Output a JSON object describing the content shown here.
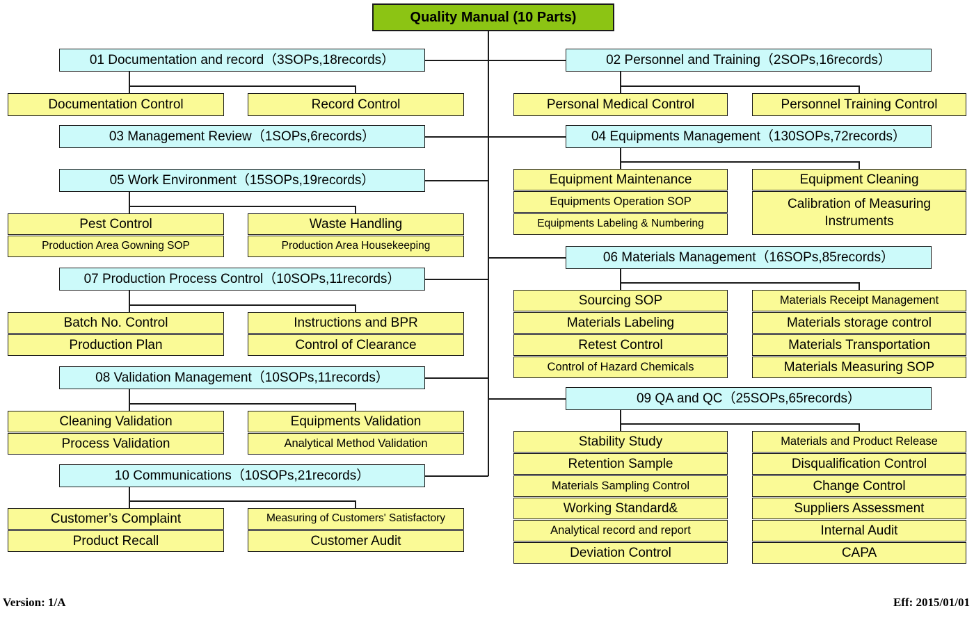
{
  "document": {
    "title": "Quality Manual (10 Parts)",
    "version_label": "Version: 1/A",
    "effective_label": "Eff:  2015/01/01"
  },
  "colors": {
    "root_fill": "#8CC414",
    "chapter_fill": "#CCFAFA",
    "leaf_fill": "#FAFA96",
    "stroke": "#1a1a1a"
  },
  "chapters": [
    {
      "id": "01",
      "title": "01 Documentation and record（3SOPs,18records）",
      "side": "left",
      "children_left": [
        "Documentation Control"
      ],
      "children_right": [
        "Record Control"
      ]
    },
    {
      "id": "02",
      "title": "02 Personnel and Training（2SOPs,16records）",
      "side": "right",
      "children_left": [
        "Personal Medical Control"
      ],
      "children_right": [
        "Personnel Training Control"
      ]
    },
    {
      "id": "03",
      "title": "03 Management Review（1SOPs,6records）",
      "side": "left",
      "children_left": [],
      "children_right": []
    },
    {
      "id": "04",
      "title": "04 Equipments Management（130SOPs,72records）",
      "side": "right",
      "children_left": [
        "Equipment Maintenance",
        "Equipments Operation SOP",
        "Equipments Labeling & Numbering"
      ],
      "children_right": [
        "Equipment Cleaning",
        "Calibration of Measuring Instruments"
      ]
    },
    {
      "id": "05",
      "title": "05 Work Environment（15SOPs,19records）",
      "side": "left",
      "children_left": [
        "Pest Control",
        "Production Area Gowning SOP"
      ],
      "children_right": [
        "Waste Handling",
        "Production Area Housekeeping"
      ]
    },
    {
      "id": "06",
      "title": "06 Materials Management（16SOPs,85records）",
      "side": "right",
      "children_left": [
        "Sourcing SOP",
        "Materials Labeling",
        "Retest Control",
        "Control of Hazard Chemicals"
      ],
      "children_right": [
        "Materials Receipt Management",
        "Materials storage control",
        "Materials Transportation",
        "Materials Measuring SOP"
      ]
    },
    {
      "id": "07",
      "title": "07 Production Process Control（10SOPs,11records）",
      "side": "left",
      "children_left": [
        "Batch No. Control",
        "Production Plan"
      ],
      "children_right": [
        "Instructions and BPR",
        "Control of Clearance"
      ]
    },
    {
      "id": "08",
      "title": "08 Validation Management（10SOPs,11records）",
      "side": "left",
      "children_left": [
        "Cleaning Validation",
        "Process Validation"
      ],
      "children_right": [
        "Equipments Validation",
        "Analytical Method Validation"
      ]
    },
    {
      "id": "09",
      "title": "09 QA and QC（25SOPs,65records）",
      "side": "right",
      "children_left": [
        "Stability Study",
        "Retention Sample",
        "Materials Sampling Control",
        "Working Standard&",
        "Analytical record and report",
        "Deviation Control"
      ],
      "children_right": [
        "Materials and Product Release",
        "Disqualification Control",
        "Change Control",
        "Suppliers Assessment",
        "Internal Audit",
        "CAPA"
      ]
    },
    {
      "id": "10",
      "title": "10 Communications（10SOPs,21records）",
      "side": "left",
      "children_left": [
        "Customer’s Complaint",
        "Product Recall"
      ],
      "children_right": [
        "Measuring of Customers' Satisfactory",
        "Customer Audit"
      ]
    }
  ],
  "nodes": {
    "root": "Quality Manual (10 Parts)",
    "ch01": "01 Documentation and record（3SOPs,18records）",
    "ch02": "02 Personnel and Training（2SOPs,16records）",
    "ch03": "03 Management Review（1SOPs,6records）",
    "ch04": "04 Equipments Management（130SOPs,72records）",
    "ch05": "05 Work Environment（15SOPs,19records）",
    "ch06": "06 Materials Management（16SOPs,85records）",
    "ch07": "07 Production Process Control（10SOPs,11records）",
    "ch08": "08 Validation Management（10SOPs,11records）",
    "ch09": "09 QA and QC（25SOPs,65records）",
    "ch10": "10 Communications（10SOPs,21records）",
    "n_documentation_control": "Documentation Control",
    "n_record_control": "Record Control",
    "n_personal_medical_control": "Personal Medical Control",
    "n_personnel_training_control": "Personnel Training Control",
    "n_equipment_maintenance": "Equipment Maintenance",
    "n_equipments_operation_sop": "Equipments Operation SOP",
    "n_equipments_labeling_numbering": "Equipments Labeling & Numbering",
    "n_equipment_cleaning": "Equipment Cleaning",
    "n_calibration_measuring_instruments": "Calibration of Measuring Instruments",
    "n_pest_control": "Pest Control",
    "n_production_area_gowning_sop": "Production Area Gowning SOP",
    "n_waste_handling": "Waste Handling",
    "n_production_area_housekeeping": "Production Area Housekeeping",
    "n_sourcing_sop": "Sourcing SOP",
    "n_materials_labeling": "Materials Labeling",
    "n_retest_control": "Retest Control",
    "n_control_of_hazard_chemicals": "Control of Hazard Chemicals",
    "n_materials_receipt_management": "Materials Receipt Management",
    "n_materials_storage_control": "Materials storage control",
    "n_materials_transportation": "Materials Transportation",
    "n_materials_measuring_sop": "Materials Measuring SOP",
    "n_batch_no_control": "Batch No. Control",
    "n_production_plan": "Production Plan",
    "n_instructions_and_bpr": "Instructions and BPR",
    "n_control_of_clearance": "Control of Clearance",
    "n_cleaning_validation": "Cleaning Validation",
    "n_process_validation": "Process Validation",
    "n_equipments_validation": "Equipments Validation",
    "n_analytical_method_validation": "Analytical Method Validation",
    "n_stability_study": "Stability Study",
    "n_retention_sample": "Retention Sample",
    "n_materials_sampling_control": "Materials Sampling Control",
    "n_working_standard": "Working Standard&",
    "n_analytical_record_and_report": "Analytical record and report",
    "n_deviation_control": "Deviation Control",
    "n_materials_and_product_release": "Materials and Product Release",
    "n_disqualification_control": "Disqualification Control",
    "n_change_control": "Change Control",
    "n_suppliers_assessment": "Suppliers Assessment",
    "n_internal_audit": "Internal Audit",
    "n_capa": "CAPA",
    "n_customers_complaint": "Customer’s Complaint",
    "n_product_recall": "Product Recall",
    "n_measuring_customers_satisfactory": "Measuring of Customers' Satisfactory",
    "n_customer_audit": "Customer Audit"
  }
}
